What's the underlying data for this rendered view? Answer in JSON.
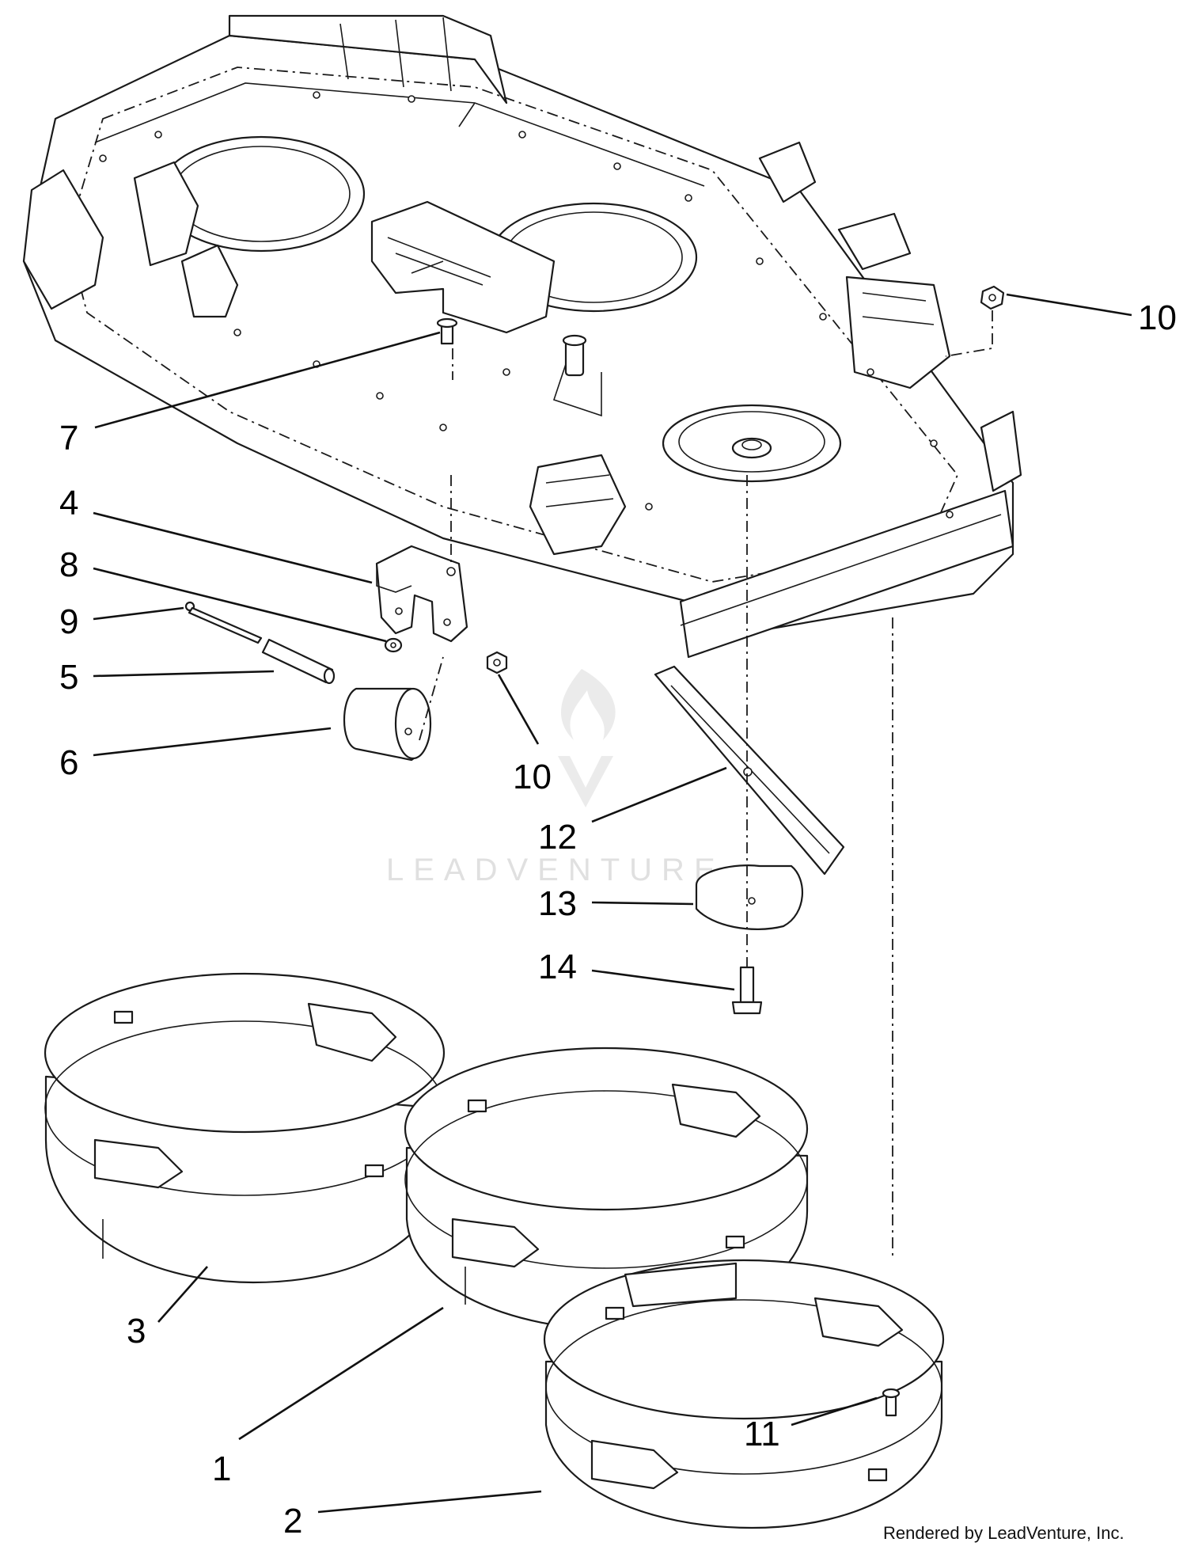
{
  "callouts": {
    "c1": "1",
    "c2": "2",
    "c3": "3",
    "c4": "4",
    "c5": "5",
    "c6": "6",
    "c7": "7",
    "c8": "8",
    "c9": "9",
    "c10_top": "10",
    "c10_mid": "10",
    "c11": "11",
    "c12": "12",
    "c13": "13",
    "c14": "14"
  },
  "watermark": {
    "brand": "LEADVENTURE"
  },
  "credit": "Rendered by LeadVenture, Inc."
}
